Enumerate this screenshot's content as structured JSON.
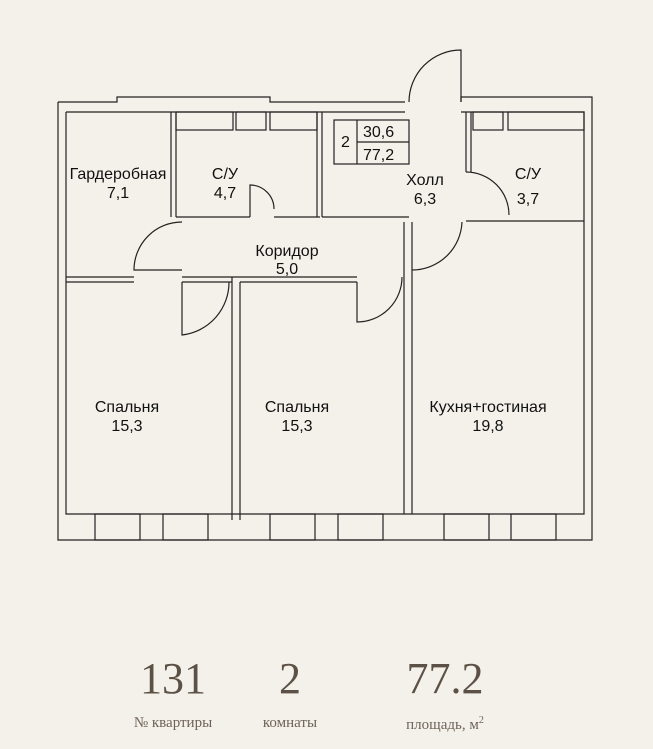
{
  "badge": {
    "rooms": "2",
    "living_area": "30,6",
    "total_area": "77,2"
  },
  "rooms": [
    {
      "name": "Гардеробная",
      "area": "7,1"
    },
    {
      "name": "С/У",
      "area": "4,7"
    },
    {
      "name": "Холл",
      "area": "6,3"
    },
    {
      "name": "С/У",
      "area": "3,7"
    },
    {
      "name": "Коридор",
      "area": "5,0"
    },
    {
      "name": "Спальня",
      "area": "15,3"
    },
    {
      "name": "Спальня",
      "area": "15,3"
    },
    {
      "name": "Кухня+гостиная",
      "area": "19,8"
    }
  ],
  "stats": {
    "apartment_number": "131",
    "apartment_number_label": "№ квартиры",
    "rooms_count": "2",
    "rooms_count_label": "комнаты",
    "area": "77.2",
    "area_label": "площадь, м",
    "area_unit_power": "2"
  }
}
